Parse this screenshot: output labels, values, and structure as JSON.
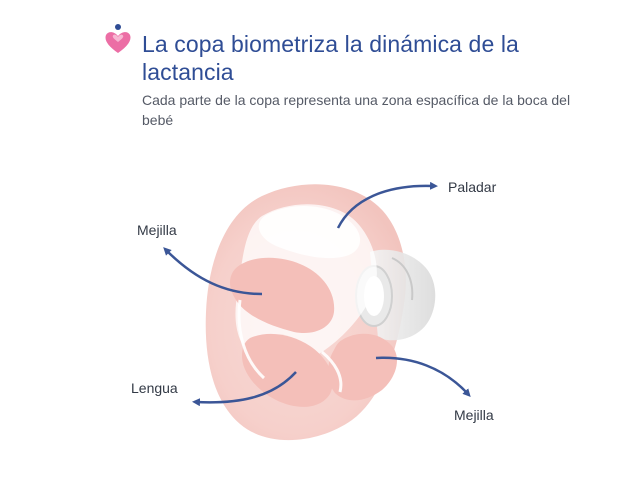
{
  "header": {
    "title": "La copa biometriza la dinámica de la lactancia",
    "subtitle": "Cada parte de la copa representa una zona espacífica de la boca del bebé",
    "logo_icon": "heart-logo-icon"
  },
  "labels": {
    "paladar": "Paladar",
    "mejilla_left": "Mejilla",
    "lengua": "Lengua",
    "mejilla_right": "Mejilla"
  },
  "colors": {
    "title": "#2f4d95",
    "arrow": "#3b5697",
    "cup_pink": "#f6d3cf",
    "cup_pink_dark": "#f0b8b2",
    "logo_pink": "#ec6ea5",
    "logo_blue": "#2f4d95"
  }
}
